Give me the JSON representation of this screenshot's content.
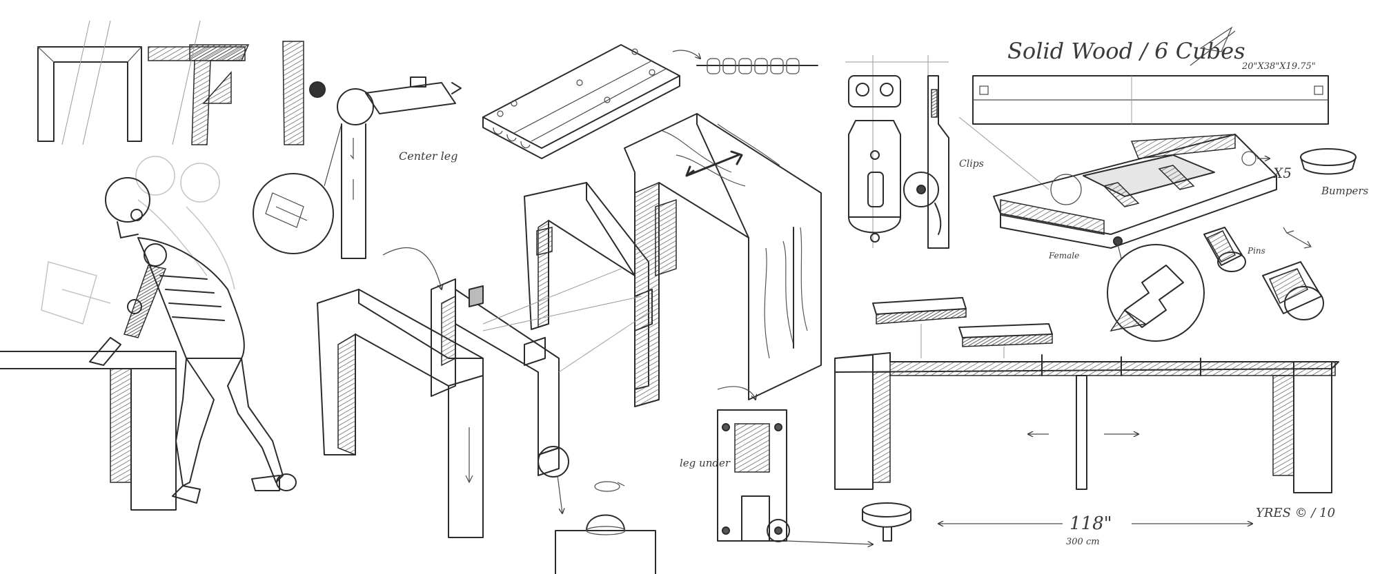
{
  "sheet": {
    "title": "Solid Wood / 6 Cubes",
    "dimensions_note": "20\"X38\"X19.75\"",
    "labels": {
      "center_leg": "Center leg",
      "clips": "Clips",
      "female": "Female",
      "bumpers": "Bumpers",
      "pins": "Pins",
      "times_five": "X5",
      "leg_under": "leg under",
      "length_in": "118\"",
      "length_cm": "300 cm",
      "signature": "YRES © / 10"
    }
  }
}
